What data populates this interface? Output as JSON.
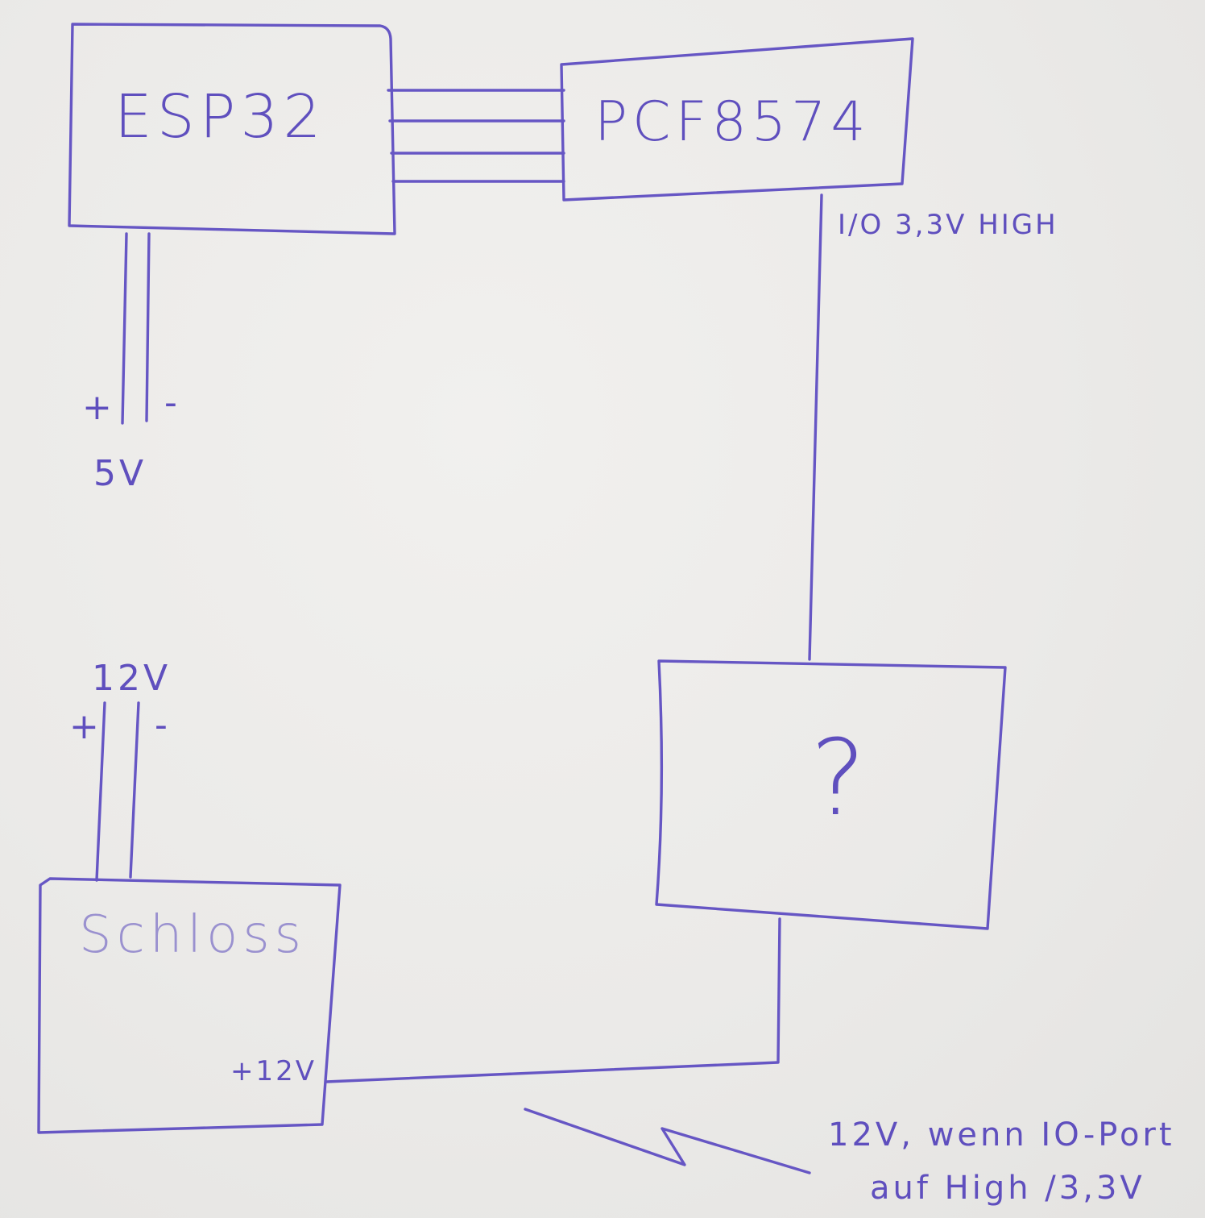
{
  "labels": {
    "esp32": "ESP32",
    "pcf8574": "PCF8574",
    "io_signal": "I/O 3,3V HIGH",
    "plus_5v": "+",
    "minus_5v": "-",
    "v5": "5V",
    "v12": "12V",
    "plus_12v": "+",
    "minus_12v": "-",
    "unknown_box": "?",
    "schloss": "Schloss",
    "schloss_terminal": "+12V",
    "note_line1": "12V, wenn IO-Port",
    "note_line2": "auf High /3,3V"
  }
}
